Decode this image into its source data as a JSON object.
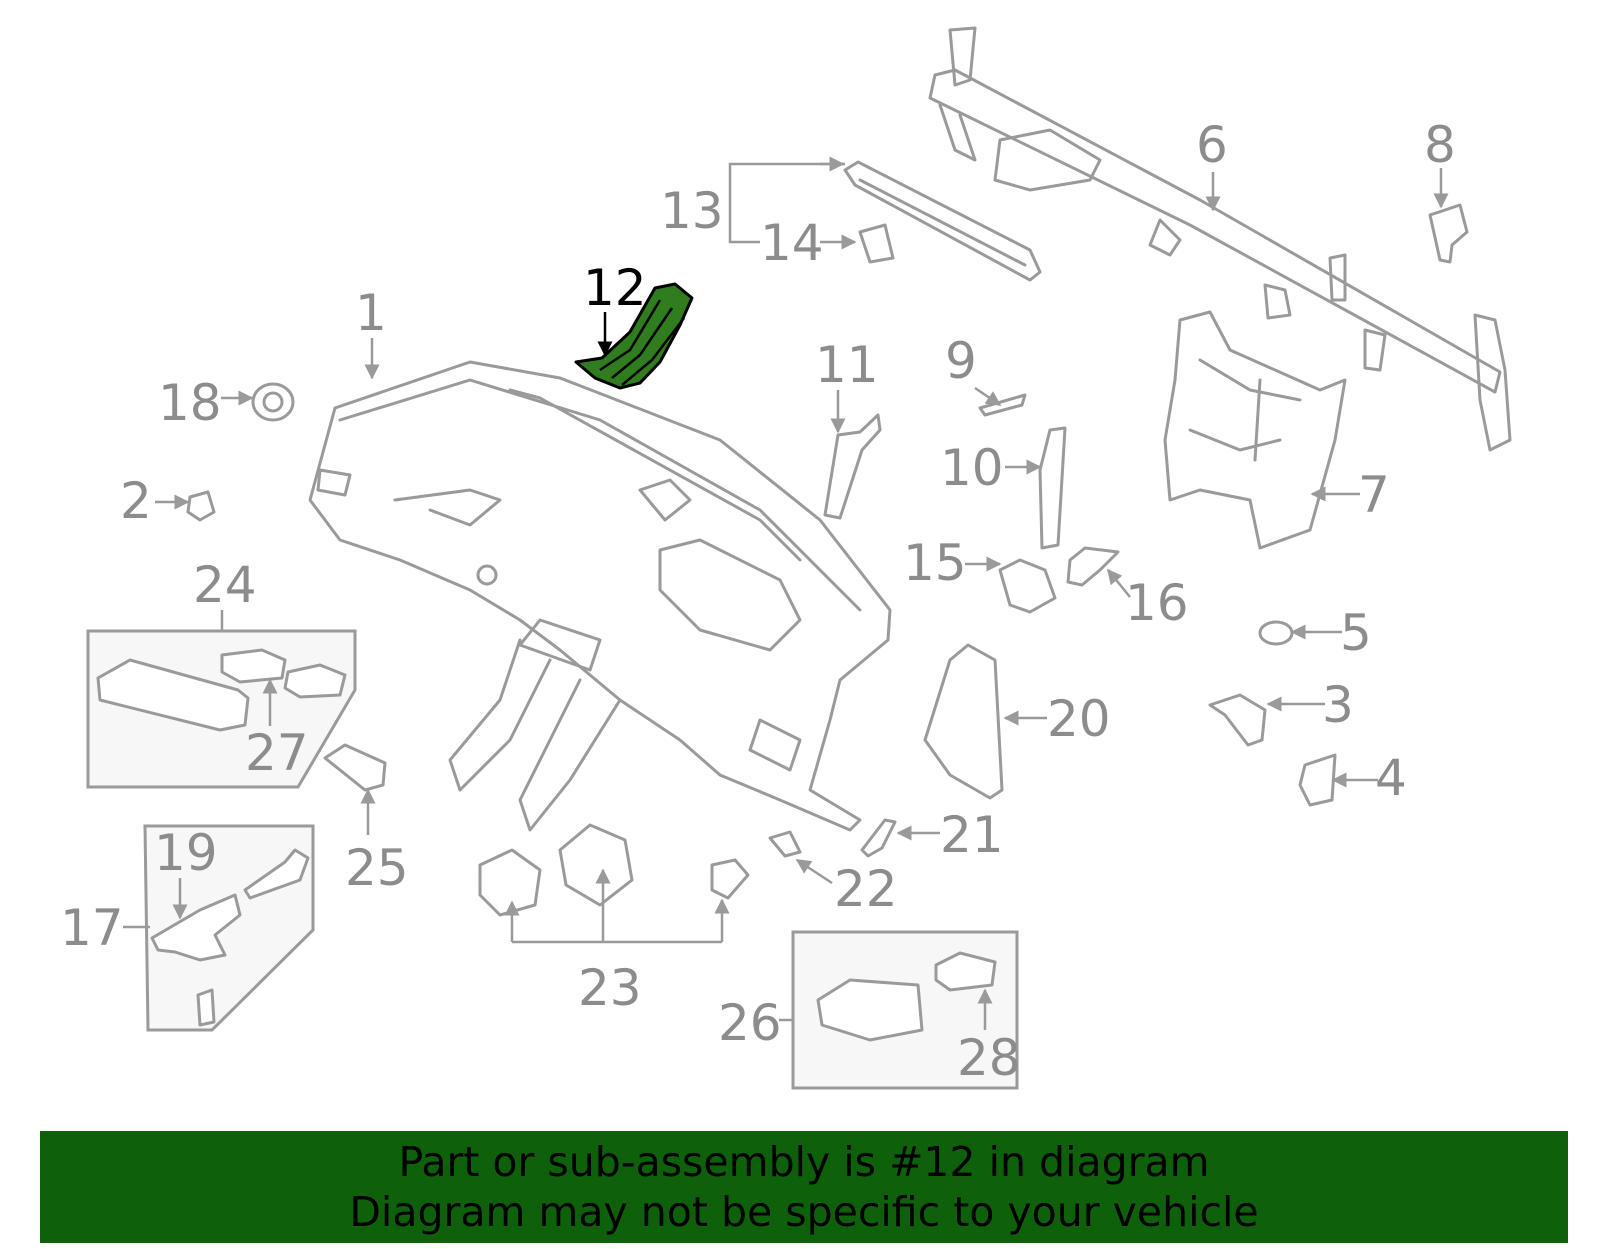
{
  "diagram": {
    "highlight_color": "#2f7d1f",
    "line_color": "#9a9a9a",
    "highlighted_callout": "12",
    "callouts": [
      "1",
      "2",
      "3",
      "4",
      "5",
      "6",
      "7",
      "8",
      "9",
      "10",
      "11",
      "12",
      "13",
      "14",
      "15",
      "16",
      "17",
      "18",
      "19",
      "20",
      "21",
      "22",
      "23",
      "24",
      "25",
      "26",
      "27",
      "28"
    ]
  },
  "banner": {
    "background": "#0e600b",
    "line1": "Part or sub-assembly is #12 in diagram",
    "line2": "Diagram may not be specific to your vehicle"
  }
}
